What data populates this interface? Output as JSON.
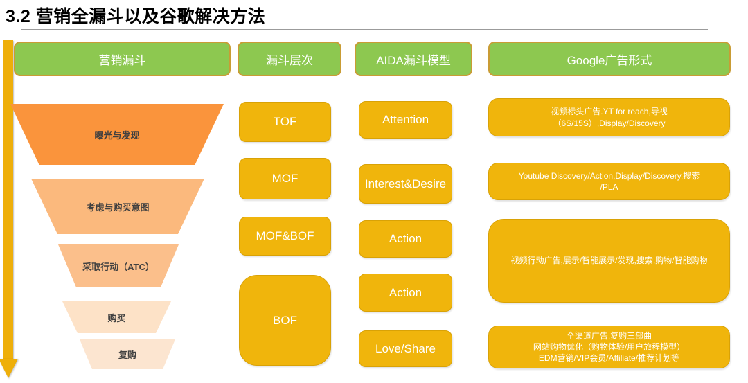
{
  "title": "3.2 营销全漏斗以及谷歌解决方法",
  "colors": {
    "green": "#8DC850",
    "green_border": "#C99C35",
    "gold": "#F0B50C",
    "gold_border": "#D9A206",
    "arrow": "#EEAF0A",
    "funnel_l1": "#FA943C",
    "funnel_l2": "#FBB97D",
    "funnel_l3": "#FBBF8B",
    "funnel_l4": "#FDE2C7",
    "funnel_l5": "#FCE5D0"
  },
  "headers": {
    "marketing_funnel": "营销漏斗",
    "funnel_levels": "漏斗层次",
    "aida_model": "AIDA漏斗模型",
    "google_ad_formats": "Google广告形式"
  },
  "funnel": {
    "levels": [
      {
        "label": "曝光与发现"
      },
      {
        "label": "考虑与购买意图"
      },
      {
        "label": "采取行动（ATC）"
      },
      {
        "label": "购买"
      },
      {
        "label": "复购"
      }
    ]
  },
  "funnel_levels_column": {
    "items": [
      "TOF",
      "MOF",
      "MOF&BOF",
      "BOF"
    ]
  },
  "aida_column": {
    "items": [
      "Attention",
      "Interest&Desire",
      "Action",
      "Action",
      "Love/Share"
    ]
  },
  "google_column": {
    "items": [
      "视频标头广告.YT for reach,导视\n（6S/15S）,Display/Discovery",
      "Youtube Discovery/Action,Display/Discovery,搜索\n/PLA",
      "视频行动广告,展示/智能展示/发现,搜索,购物/智能购物",
      "全渠道广告,复购三部曲\n网站购物优化（购物体验/用户旅程模型）\nEDM营销/VIP会员/Affiliate/推荐计划等"
    ]
  }
}
